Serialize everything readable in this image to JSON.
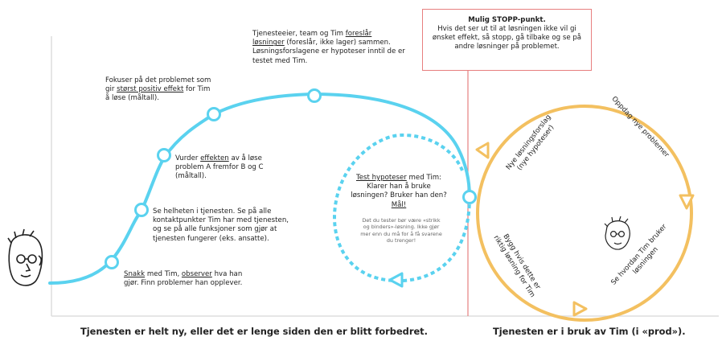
{
  "colors": {
    "blue": "#5ad2ef",
    "orange": "#f3c060",
    "red": "#e77f7f",
    "axis": "#dddddd"
  },
  "notes": {
    "n1": {
      "a": "Tjenesteeier, team og Tim ",
      "u": "foreslår løsninger",
      "b": " (foreslår, ikke lager) sammen. Løsningsforslagene er hypoteser inntil de er testet med Tim."
    },
    "n2": {
      "a": "Fokuser på det problemet som gir ",
      "u": "størst positiv effekt",
      "b": " for Tim å løse (måltall)."
    },
    "n3": {
      "a": "Vurder ",
      "u": "effekten",
      "b": " av å løse problem A fremfor B og C (måltall)."
    },
    "n4": {
      "text": "Se helheten i tjenesten. Se på alle kontaktpunkter Tim har med tjenesten, og se på alle funksjoner som gjør at tjenesten fungerer (eks. ansatte)."
    },
    "n5": {
      "u1": "Snakk",
      "a": " med Tim, ",
      "u2": "observer",
      "b": " hva han gjør. Finn problemer han opplever."
    },
    "test": {
      "u1": "Test hypoteser",
      "a": " med Tim: Klarer han å bruke løsningen? Bruker han den? ",
      "u2": "Mål!"
    },
    "test_small": "Det du tester bør være «strikk og binders»-løsning. Ikke gjør mer enn du må for å få svarene du trenger!"
  },
  "stop": {
    "title": "Mulig STOPP-punkt.",
    "text": "Hvis det ser ut til at løsningen ikke vil gi ønsket effekt, så stopp, gå tilbake og se på andre løsninger på problemet."
  },
  "cycle": {
    "nye": "Nye løsningsforslag\n(nye hypoteser)",
    "oppdag": "Oppdag nye problemer",
    "bygg": "Bygg hvis dette er\nriktig løsning for Tim",
    "se": "Se hvordan Tim bruker\nløsningen"
  },
  "bottom": {
    "left": "Tjenesten er helt ny, eller det er lenge siden den er blitt forbedret.",
    "right": "Tjenesten er i bruk av Tim (i «prod»)."
  },
  "icons": {
    "face_left": "person-face-icon",
    "face_right": "person-face-small-icon"
  }
}
